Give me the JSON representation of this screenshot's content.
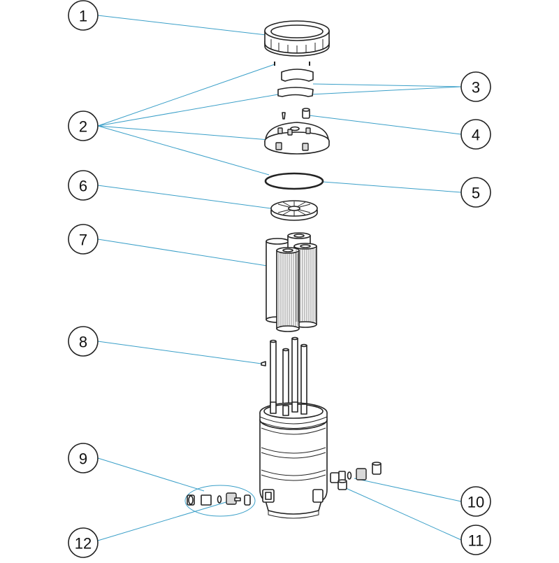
{
  "colors": {
    "leader_line": "#3a9fc8",
    "outline": "#222222",
    "part_fill": "#ffffff"
  },
  "callouts": [
    {
      "id": "1",
      "label": "1"
    },
    {
      "id": "2",
      "label": "2"
    },
    {
      "id": "3",
      "label": "3"
    },
    {
      "id": "4",
      "label": "4"
    },
    {
      "id": "5",
      "label": "5"
    },
    {
      "id": "6",
      "label": "6"
    },
    {
      "id": "7",
      "label": "7"
    },
    {
      "id": "8",
      "label": "8"
    },
    {
      "id": "9",
      "label": "9"
    },
    {
      "id": "10",
      "label": "10"
    },
    {
      "id": "11",
      "label": "11"
    },
    {
      "id": "12",
      "label": "12"
    }
  ]
}
